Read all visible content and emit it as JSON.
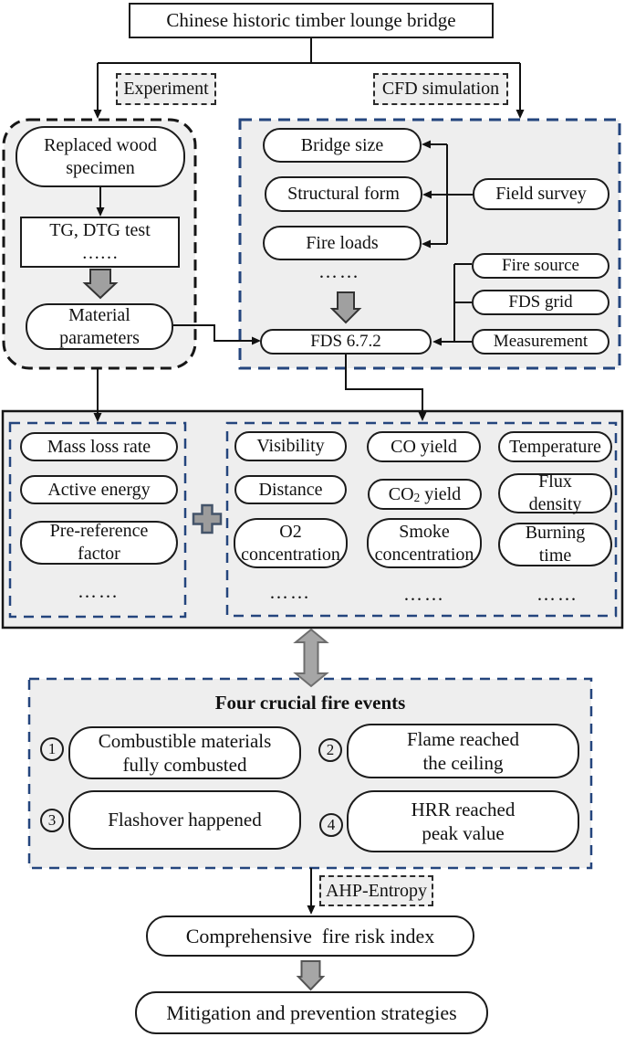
{
  "root_label": "Chinese historic timber lounge bridge",
  "branch_labels": {
    "experiment": "Experiment",
    "cfd": "CFD simulation"
  },
  "experiment_flow": {
    "replaced_specimen": "Replaced wood\nspecimen",
    "tg_test": "TG, DTG test\n……",
    "material_parameters": "Material\nparameters"
  },
  "cfd_flow": {
    "bridge_size": "Bridge size",
    "structural_form": "Structural form",
    "fire_loads": "Fire loads",
    "ellipsis": "……",
    "field_survey": "Field survey",
    "fire_source": "Fire source",
    "fds_grid": "FDS grid",
    "measurement": "Measurement",
    "fds_version": "FDS 6.7.2"
  },
  "material_params": {
    "items": [
      "Mass loss rate",
      "Active energy",
      "Pre-reference\nfactor"
    ],
    "ellipsis": "……"
  },
  "simulation_outputs": {
    "col1": [
      "Visibility",
      "Distance",
      "O2\nconcentration",
      "……"
    ],
    "col2_row1": "CO yield",
    "co2": {
      "base": "CO",
      "sub": "2",
      "rest": " yield"
    },
    "col2_row3": "Smoke\nconcentration",
    "col2_dots": "……",
    "col3": [
      "Temperature",
      "Flux\ndensity",
      "Burning\ntime",
      "……"
    ]
  },
  "fire_events": {
    "title": "Four crucial fire events",
    "items": [
      {
        "num": "1",
        "label": "Combustible materials\nfully combusted"
      },
      {
        "num": "2",
        "label": "Flame reached\nthe ceiling"
      },
      {
        "num": "3",
        "label": "Flashover happened"
      },
      {
        "num": "4",
        "label": "HRR reached\npeak value"
      }
    ]
  },
  "bottom": {
    "ahp_label": "AHP-Entropy",
    "risk_index": "Comprehensive  fire risk index",
    "mitigation": "Mitigation and prevention strategies"
  },
  "colors": {
    "dash_blue": "#24457d",
    "panel_gray": "#eeeeee",
    "arrow_gray": "#a6a6a6"
  }
}
